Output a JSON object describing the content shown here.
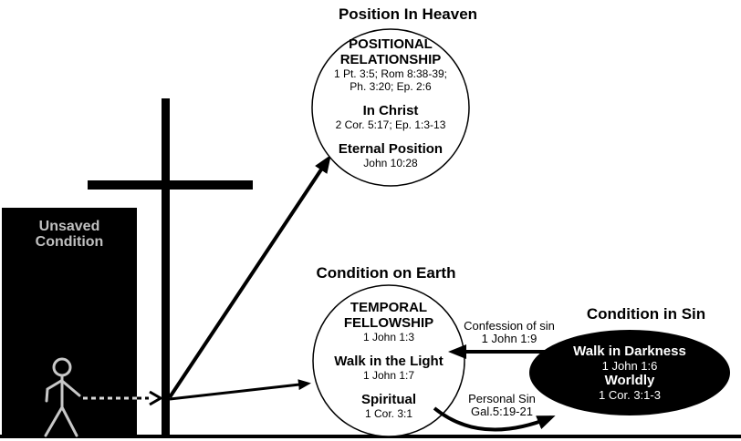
{
  "colors": {
    "ink": "#000000",
    "paper": "#ffffff",
    "muted_text": "#c0c0c0",
    "figure_gray": "#c8c8c8"
  },
  "unsaved": {
    "label": "Unsaved Condition"
  },
  "heaven": {
    "title": "Position In Heaven",
    "heading1_line1": "POSITIONAL",
    "heading1_line2": "RELATIONSHIP",
    "ref1_line1": "1 Pt. 3:5; Rom 8:38-39;",
    "ref1_line2": "Ph. 3:20; Ep. 2:6",
    "heading2": "In Christ",
    "ref2": "2 Cor. 5:17; Ep. 1:3-13",
    "heading3": "Eternal Position",
    "ref3": "John 10:28"
  },
  "earth": {
    "title": "Condition on Earth",
    "heading1_line1": "TEMPORAL",
    "heading1_line2": "FELLOWSHIP",
    "ref1": "1 John 1:3",
    "heading2": "Walk in the Light",
    "ref2": "1 John 1:7",
    "heading3": "Spiritual",
    "ref3": "1 Cor. 3:1"
  },
  "sin": {
    "title": "Condition in Sin",
    "heading1": "Walk in Darkness",
    "ref1": "1 John 1:6",
    "heading2": "Worldly",
    "ref2": "1 Cor. 3:1-3"
  },
  "arrow_labels": {
    "confession_line1": "Confession of sin",
    "confession_line2": "1 John 1:9",
    "personal_line1": "Personal Sin",
    "personal_line2": "Gal.5:19-21"
  }
}
